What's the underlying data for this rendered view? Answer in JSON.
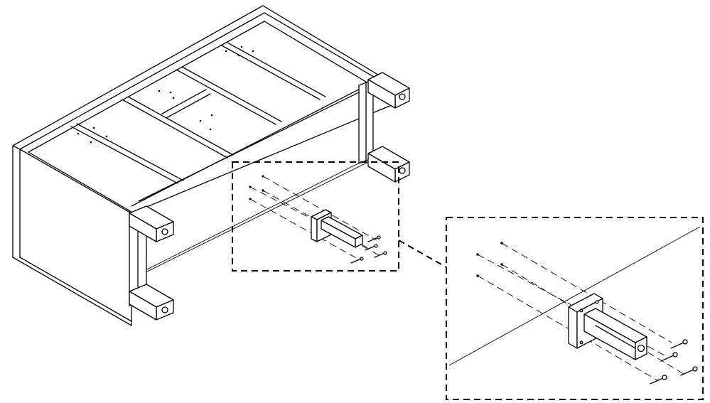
{
  "figure": {
    "parts": [
      "table-frame",
      "leg-bracket",
      "screws"
    ],
    "callout": "detail-enlargement",
    "colors": {
      "line": "#000000",
      "background": "#ffffff"
    }
  }
}
